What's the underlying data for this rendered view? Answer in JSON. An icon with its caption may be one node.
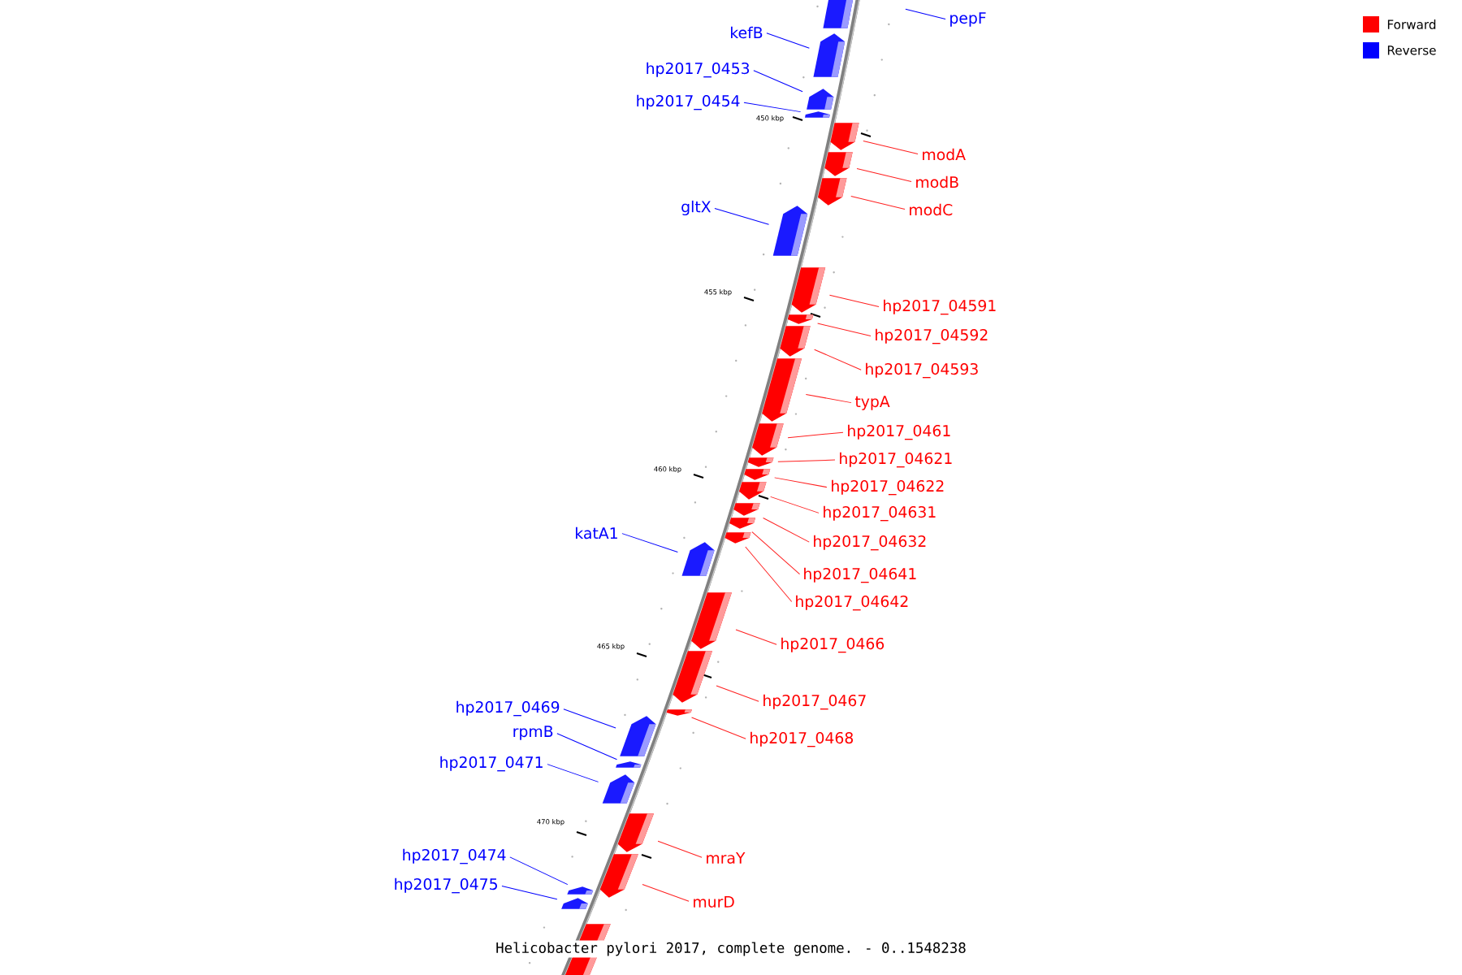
{
  "diagram": {
    "caption": "Helicobacter pylori 2017, complete genome. - 0..1548238",
    "nodes": [
      {
        "text": [],
        "shape": "bar"
      },
      {
        "text": [
          "pepF"
        ]
      },
      {
        "text": [
          "kefB"
        ]
      },
      {
        "text": [],
        "shape": "bar"
      },
      {
        "text": [
          "hp2017_0453"
        ]
      },
      {
        "text": [],
        "shape": "bar"
      },
      {
        "text": [
          "hp2017_0454"
        ]
      },
      {
        "text": [],
        "shape": "bar"
      },
      {
        "text": [],
        "shape": "bar"
      },
      {
        "text": [
          "modA"
        ]
      },
      {
        "text": [],
        "shape": "bar"
      },
      {
        "text": [
          "modB"
        ]
      },
      {
        "text": [],
        "shape": "bar"
      },
      {
        "text": [
          "modC"
        ]
      },
      {
        "text": [
          "gltX"
        ]
      },
      {
        "text": [],
        "shape": "bar"
      },
      {
        "text": [],
        "shape": "bar"
      },
      {
        "text": [
          "hp2017_04591"
        ]
      },
      {
        "text": [],
        "shape": "bar"
      },
      {
        "text": [
          "hp2017_04592"
        ]
      },
      {
        "text": [],
        "shape": "bar"
      },
      {
        "text": [
          "hp2017_04593"
        ]
      },
      {
        "text": [],
        "shape": "bar"
      },
      {
        "text": [
          "typA"
        ]
      },
      {
        "text": [],
        "shape": "bar"
      },
      {
        "text": [
          "hp2017_0461"
        ]
      },
      {
        "text": [],
        "shape": "bar"
      },
      {
        "text": [
          "hp2017_04621"
        ]
      },
      {
        "text": [],
        "shape": "bar"
      },
      {
        "text": [
          "hp2017_04622"
        ]
      },
      {
        "text": [],
        "shape": "bar"
      },
      {
        "text": [
          "hp2017_04631"
        ]
      },
      {
        "text": [],
        "shape": "bar"
      },
      {
        "text": [
          "hp2017_04632"
        ]
      },
      {
        "text": [],
        "shape": "bar"
      },
      {
        "text": [
          "hp2017_04641"
        ]
      },
      {
        "text": [],
        "shape": "bar"
      },
      {
        "text": [
          "hp2017_04642"
        ]
      },
      {
        "text": [
          "katA1"
        ]
      },
      {
        "text": [],
        "shape": "bar"
      },
      {
        "text": [],
        "shape": "bar"
      },
      {
        "text": [
          "hp2017_0466"
        ]
      },
      {
        "text": [],
        "shape": "bar"
      },
      {
        "text": [
          "hp2017_0467"
        ]
      },
      {
        "text": [],
        "shape": "bar"
      },
      {
        "text": [
          "hp2017_0468"
        ]
      },
      {
        "text": [
          "hp2017_0469"
        ]
      },
      {
        "text": [],
        "shape": "bar"
      },
      {
        "text": [
          "rpmB"
        ]
      },
      {
        "text": [],
        "shape": "bar"
      },
      {
        "text": [
          "hp2017_0471"
        ]
      },
      {
        "text": [],
        "shape": "bar"
      },
      {
        "text": [],
        "shape": "bar"
      },
      {
        "text": [
          "mraY"
        ]
      },
      {
        "text": [],
        "shape": "bar"
      },
      {
        "text": [
          "murD"
        ]
      },
      {
        "text": [
          "hp2017_0474"
        ]
      },
      {
        "text": [],
        "shape": "bar"
      },
      {
        "text": [
          "hp2017_0475"
        ]
      },
      {
        "text": [],
        "shape": "bar"
      },
      {
        "text": [],
        "shape": "bar"
      }
    ],
    "edges": [
      {
        "from": 1,
        "to": null,
        "arrow": "none",
        "color": "#0000ff"
      },
      {
        "from": 2,
        "to": 3,
        "arrow": "none",
        "color": "#0000ff"
      },
      {
        "from": 4,
        "to": 5,
        "arrow": "none",
        "color": "#0000ff"
      },
      {
        "from": 6,
        "to": 7,
        "arrow": "none",
        "color": "#0000ff"
      },
      {
        "from": 9,
        "to": 8,
        "arrow": "none"
      },
      {
        "from": 11,
        "to": 10,
        "arrow": "none"
      },
      {
        "from": 13,
        "to": 12,
        "arrow": "none"
      },
      {
        "from": 14,
        "to": 15,
        "arrow": "none",
        "color": "#0000ff"
      },
      {
        "from": 17,
        "to": 16,
        "arrow": "none"
      },
      {
        "from": 19,
        "to": 18,
        "arrow": "none"
      },
      {
        "from": 21,
        "to": 20,
        "arrow": "none"
      },
      {
        "from": 23,
        "to": 22,
        "arrow": "none"
      },
      {
        "from": 25,
        "to": 24,
        "arrow": "none"
      },
      {
        "from": 27,
        "to": 26,
        "arrow": "none"
      },
      {
        "from": 29,
        "to": 28,
        "arrow": "none"
      },
      {
        "from": 31,
        "to": 30,
        "arrow": "none"
      },
      {
        "from": 33,
        "to": 32,
        "arrow": "none"
      },
      {
        "from": 35,
        "to": 34,
        "arrow": "none"
      },
      {
        "from": 37,
        "to": 36,
        "arrow": "none"
      },
      {
        "from": 38,
        "to": 39,
        "arrow": "none",
        "color": "#0000ff"
      },
      {
        "from": 41,
        "to": 40,
        "arrow": "none"
      },
      {
        "from": 43,
        "to": 42,
        "arrow": "none"
      },
      {
        "from": 45,
        "to": 44,
        "arrow": "none"
      },
      {
        "from": 46,
        "to": 47,
        "arrow": "none",
        "color": "#0000ff"
      },
      {
        "from": 48,
        "to": 49,
        "arrow": "none",
        "color": "#0000ff"
      },
      {
        "from": 50,
        "to": 51,
        "arrow": "none",
        "color": "#0000ff"
      },
      {
        "from": 53,
        "to": 52,
        "arrow": "none"
      },
      {
        "from": 55,
        "to": 54,
        "arrow": "none"
      },
      {
        "from": 56,
        "to": 57,
        "arrow": "none",
        "color": "#0000ff"
      },
      {
        "from": 58,
        "to": 59,
        "arrow": "none",
        "color": "#0000ff"
      }
    ],
    "labels": [
      "450 kbp",
      "455 kbp",
      "460 kbp",
      "465 kbp",
      "470 kbp"
    ],
    "legend": [
      {
        "text": "Forward",
        "color": "#ff0000"
      },
      {
        "text": "Reverse",
        "color": "#0000ff"
      }
    ]
  }
}
